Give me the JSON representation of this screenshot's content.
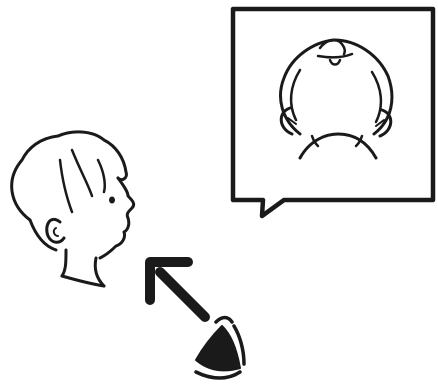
{
  "illustration": {
    "ink_color": "#1a1a1a",
    "paper_color": "#ffffff",
    "elements": [
      "child-head-side-view",
      "speech-bubble",
      "head-top-view",
      "arrow",
      "camera-shutter"
    ]
  }
}
